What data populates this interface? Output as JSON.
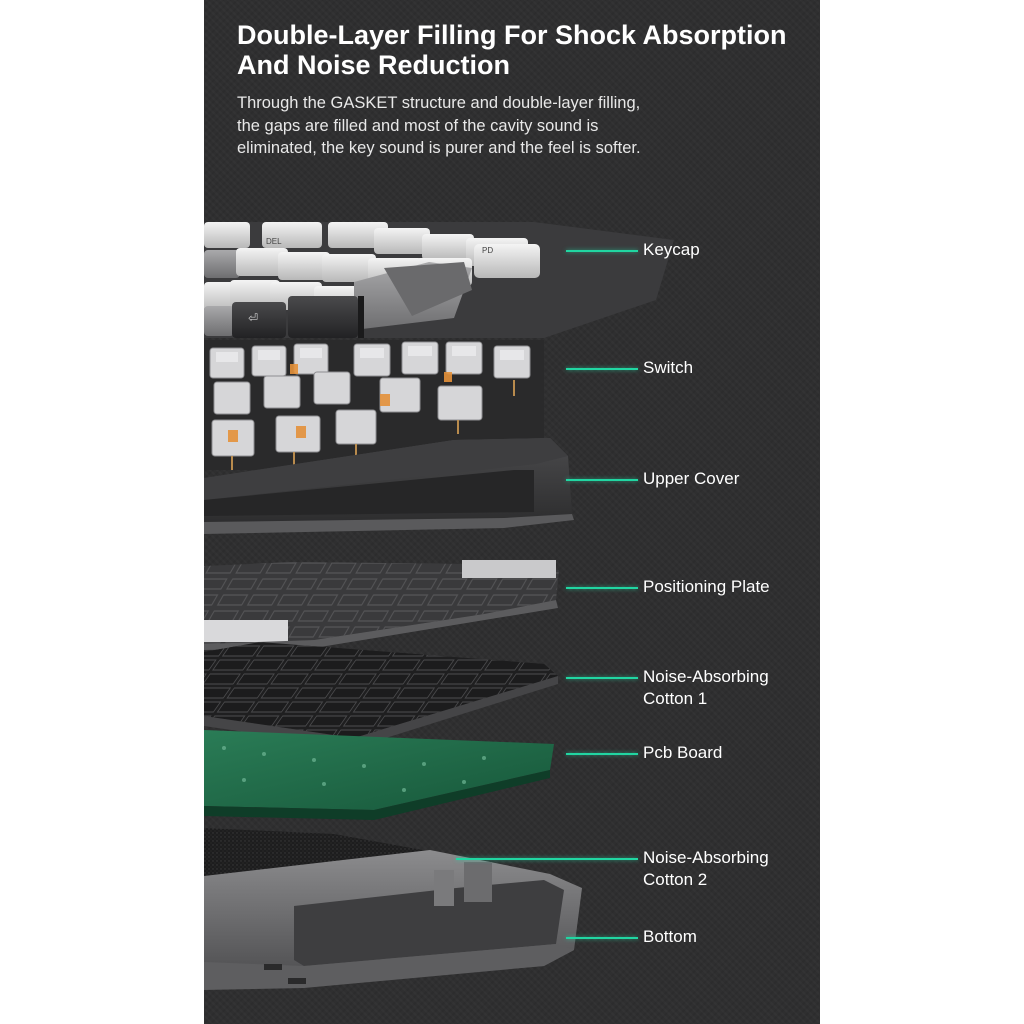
{
  "heading": {
    "title_line1": "Double-Layer Filling For Shock Absorption",
    "title_line2": "And Noise Reduction",
    "description": [
      "Through the GASKET structure and double-layer filling,",
      "the gaps are filled and most of the cavity sound is",
      "eliminated, the key sound is purer and the feel is softer."
    ]
  },
  "layers": [
    {
      "line1": "Keycap",
      "line2": ""
    },
    {
      "line1": "Switch",
      "line2": ""
    },
    {
      "line1": "Upper Cover",
      "line2": ""
    },
    {
      "line1": "Positioning Plate",
      "line2": ""
    },
    {
      "line1": "Noise-Absorbing",
      "line2": "Cotton 1"
    },
    {
      "line1": "Pcb Board",
      "line2": ""
    },
    {
      "line1": "Noise-Absorbing",
      "line2": "Cotton 2"
    },
    {
      "line1": "Bottom",
      "line2": ""
    }
  ],
  "keycap_legends": [
    "DEL",
    "PD",
    "⏎"
  ],
  "colors": {
    "background": "#2f2f30",
    "accent_leader": "#21d6a2",
    "pcb": "#1f6a48",
    "keycap_light": "#e4e4e4",
    "keycap_dark": "#3a3a3c"
  }
}
